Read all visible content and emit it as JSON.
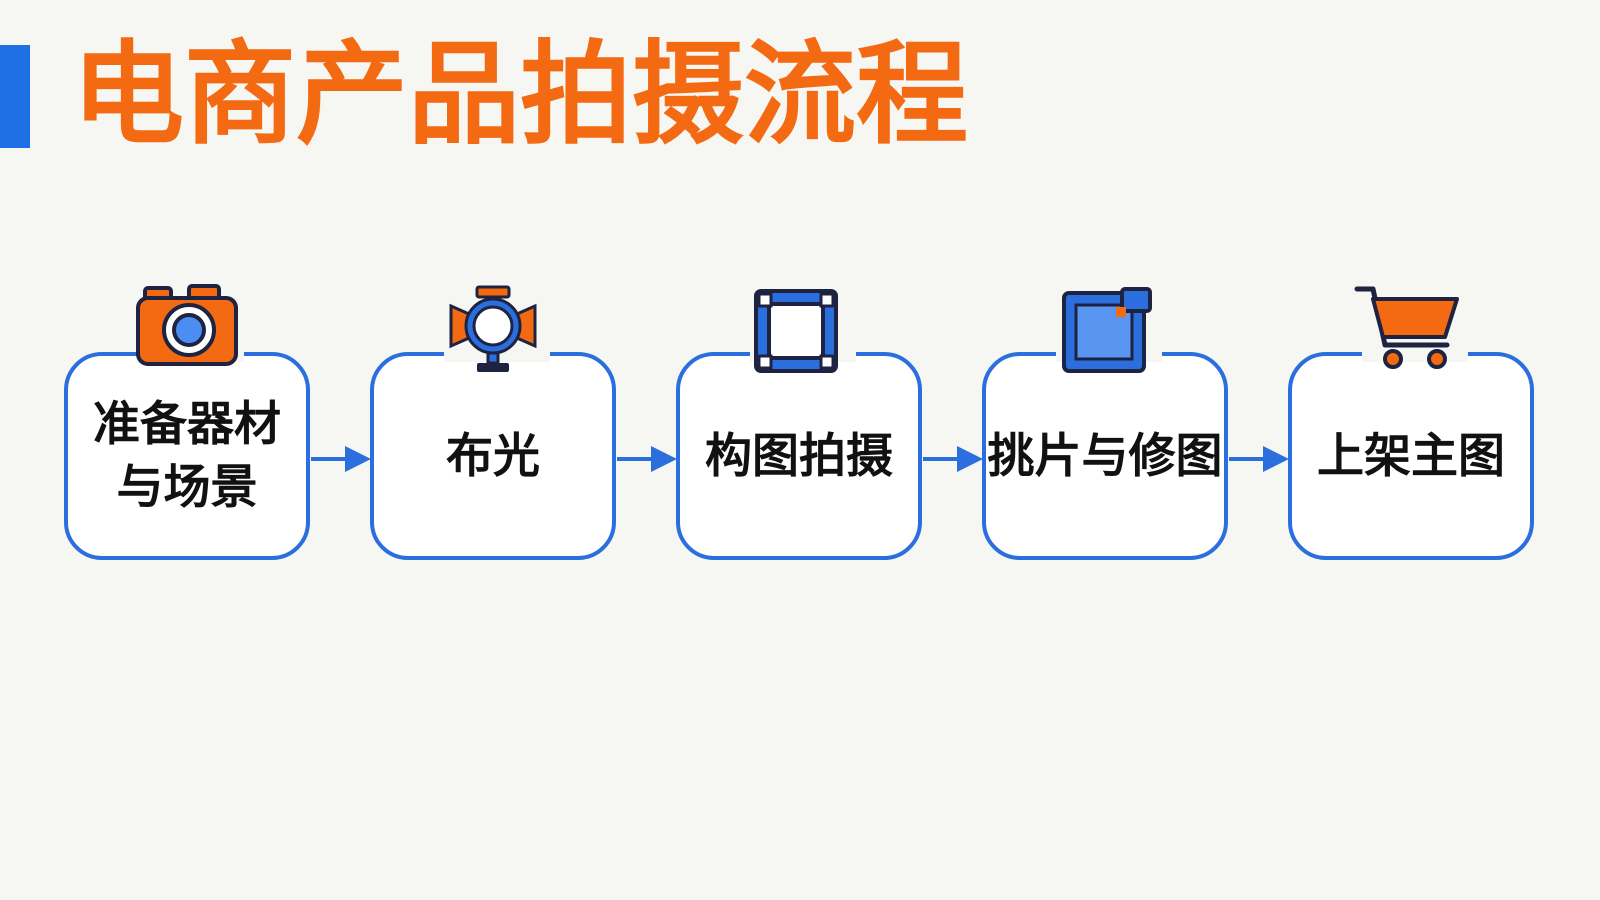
{
  "title": "电商产品拍摄流程",
  "steps": [
    {
      "label": "准备器材\n与场景",
      "icon": "camera-icon"
    },
    {
      "label": "布光",
      "icon": "studio-light-icon"
    },
    {
      "label": "构图拍摄",
      "icon": "frame-icon"
    },
    {
      "label": "挑片与修图",
      "icon": "photo-edit-icon"
    },
    {
      "label": "上架主图",
      "icon": "shopping-cart-icon"
    }
  ],
  "colors": {
    "accent_orange": "#f36a12",
    "accent_blue": "#2b6fde",
    "background": "#f6f6f3"
  }
}
